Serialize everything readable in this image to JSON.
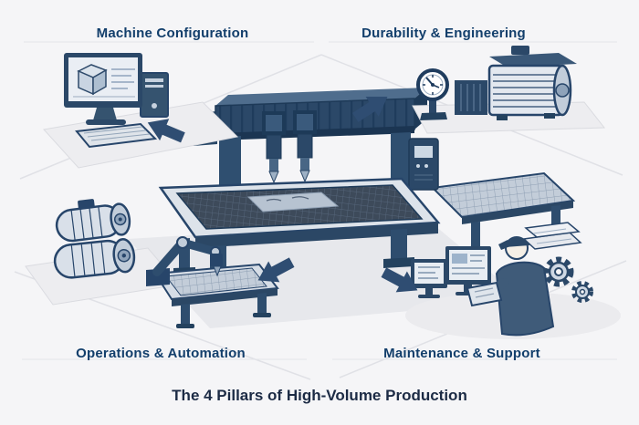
{
  "title": "The 4 Pillars of High-Volume Production",
  "pillars": [
    {
      "id": "machine-configuration",
      "label": "Machine Configuration",
      "position": "top-left",
      "icon": "cad-workstation-icon"
    },
    {
      "id": "durability-engineering",
      "label": "Durability & Engineering",
      "position": "top-right",
      "icon": "machine-with-gauge-icon"
    },
    {
      "id": "operations-automation",
      "label": "Operations & Automation",
      "position": "bottom-left",
      "icon": "robotic-arm-and-motors-icon"
    },
    {
      "id": "maintenance-support",
      "label": "Maintenance & Support",
      "position": "bottom-right",
      "icon": "technician-tablet-gears-icon"
    }
  ],
  "center_illustration": "cnc-gantry-machine",
  "colors": {
    "accent_navy": "#2b4868",
    "label_text": "#123e6b",
    "title_text": "#1c2b45",
    "background": "#f5f5f7"
  }
}
